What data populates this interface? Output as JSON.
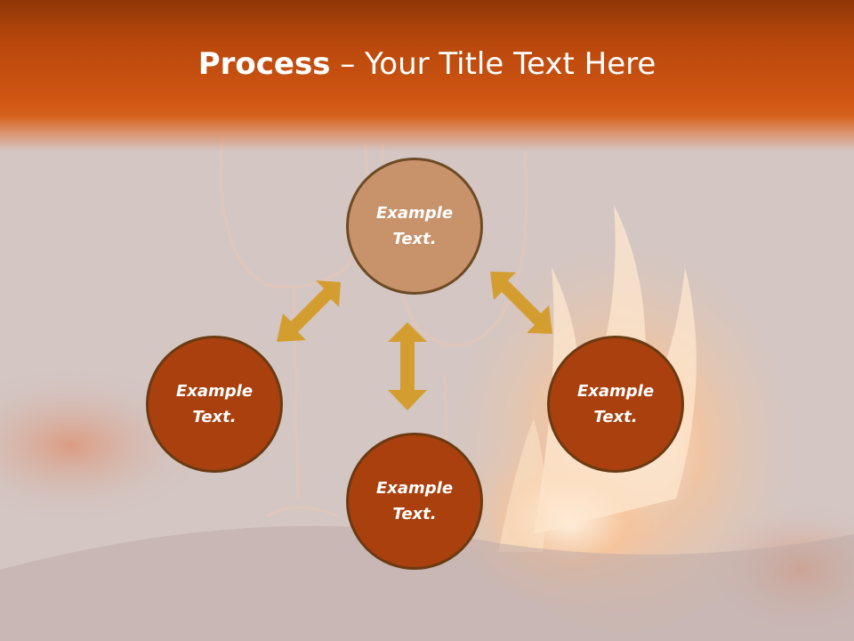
{
  "slide": {
    "title_bold": "Process",
    "title_rest": " – Your Title Text Here"
  },
  "nodes": {
    "top": "Example\nText.",
    "left": "Example\nText.",
    "right": "Example\nText.",
    "bottom": "Example\nText."
  },
  "colors": {
    "header": "#cf5512",
    "center_node": "#c8936a",
    "outer_node": "#a9400e",
    "arrow": "#d39d2f"
  }
}
